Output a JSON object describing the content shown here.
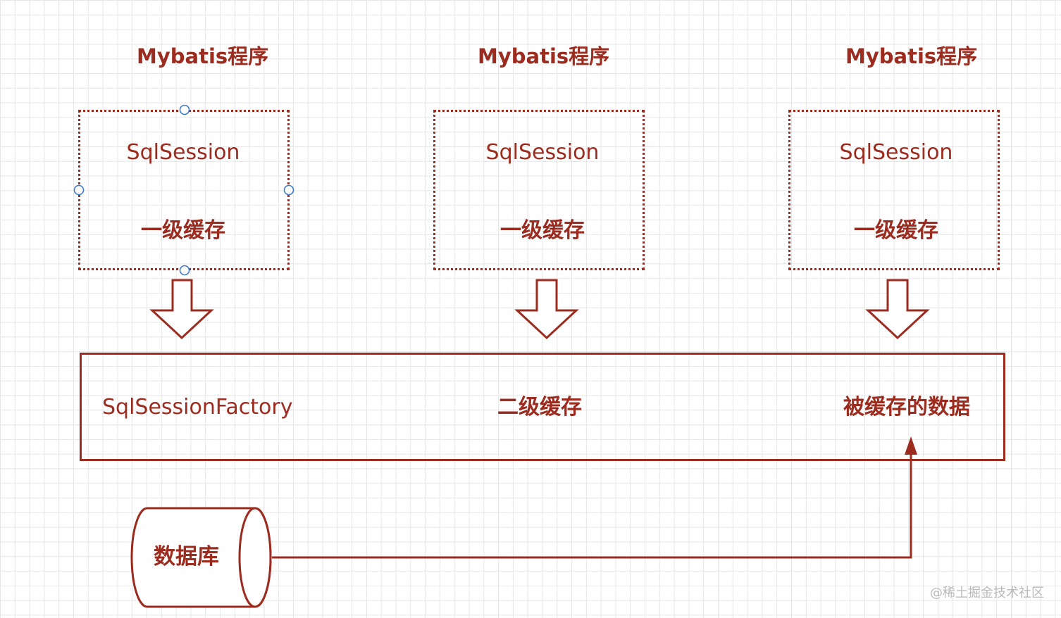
{
  "colors": {
    "accent": "#9b2c1f",
    "handle": "#3d7bd6",
    "grid": "#e6e6e6",
    "watermark": "#b9b9b9"
  },
  "programs": [
    {
      "title": "Mybatis程序",
      "session": "SqlSession",
      "cache": "一级缓存"
    },
    {
      "title": "Mybatis程序",
      "session": "SqlSession",
      "cache": "一级缓存"
    },
    {
      "title": "Mybatis程序",
      "session": "SqlSession",
      "cache": "一级缓存"
    }
  ],
  "factory": {
    "name": "SqlSessionFactory",
    "level2": "二级缓存",
    "cached": "被缓存的数据"
  },
  "database": {
    "label": "数据库"
  },
  "watermark": "@稀土掘金技术社区"
}
